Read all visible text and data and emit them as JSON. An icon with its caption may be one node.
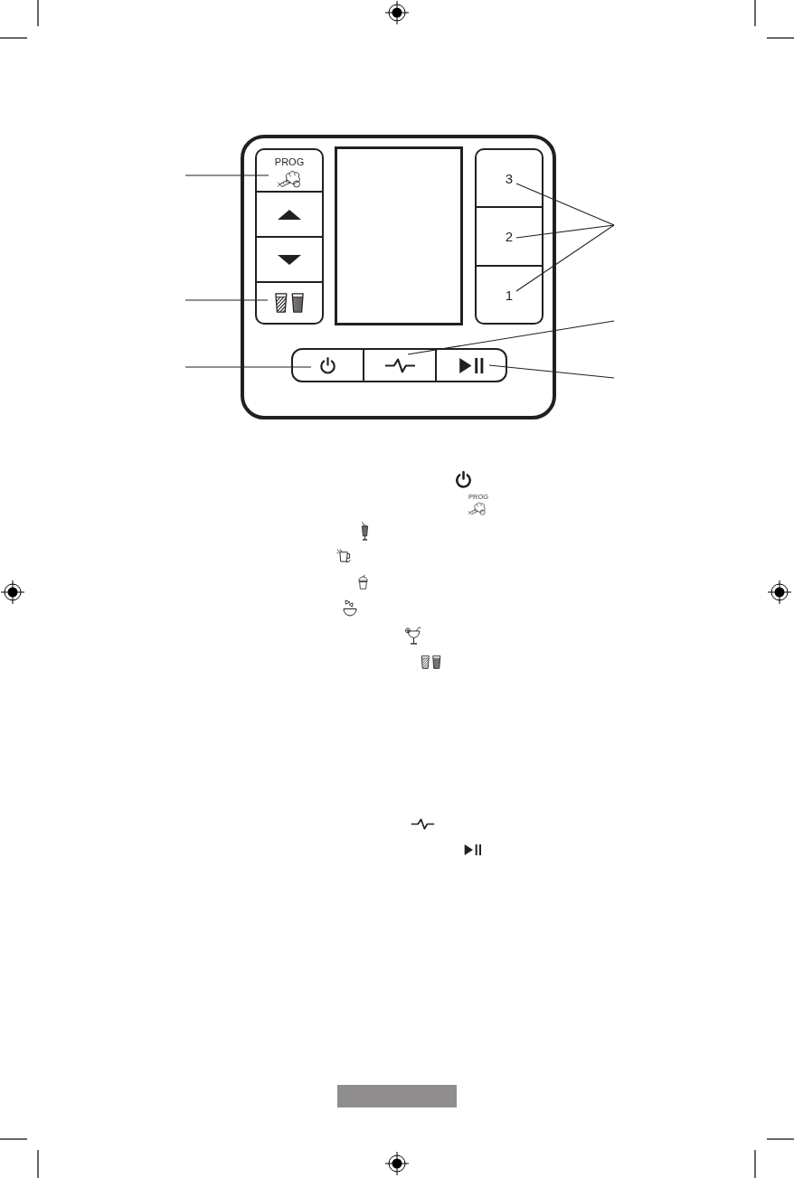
{
  "diagram": {
    "nodes": [
      {
        "text": [],
        "shape": "box"
      },
      {
        "text": [
          "PROG"
        ],
        "in": 0
      },
      {
        "text": [],
        "shape": "box",
        "in": 0
      },
      {
        "text": [],
        "shape": "box",
        "in": 0
      },
      {
        "text": [],
        "shape": "box",
        "in": 0
      },
      {
        "text": [],
        "shape": "box",
        "in": 0
      },
      {
        "text": [
          "3"
        ],
        "in": 0
      },
      {
        "text": [
          "2"
        ],
        "in": 0
      },
      {
        "text": [
          "1"
        ],
        "in": 0
      },
      {
        "text": [],
        "shape": "box",
        "in": 0
      },
      {
        "text": [],
        "shape": "box",
        "in": 0
      },
      {
        "text": [],
        "shape": "box",
        "in": 0
      }
    ],
    "edges": [
      {
        "from": null,
        "to": 1,
        "arrow": "none"
      },
      {
        "from": null,
        "to": 4,
        "arrow": "none"
      },
      {
        "from": null,
        "to": 9,
        "arrow": "none"
      },
      {
        "from": null,
        "to": 6,
        "arrow": "none"
      },
      {
        "from": null,
        "to": 7,
        "arrow": "none"
      },
      {
        "from": null,
        "to": 8,
        "arrow": "none"
      },
      {
        "from": null,
        "to": 10,
        "arrow": "none"
      },
      {
        "from": null,
        "to": 11,
        "arrow": "none"
      }
    ],
    "labels": [
      "PROG"
    ]
  }
}
